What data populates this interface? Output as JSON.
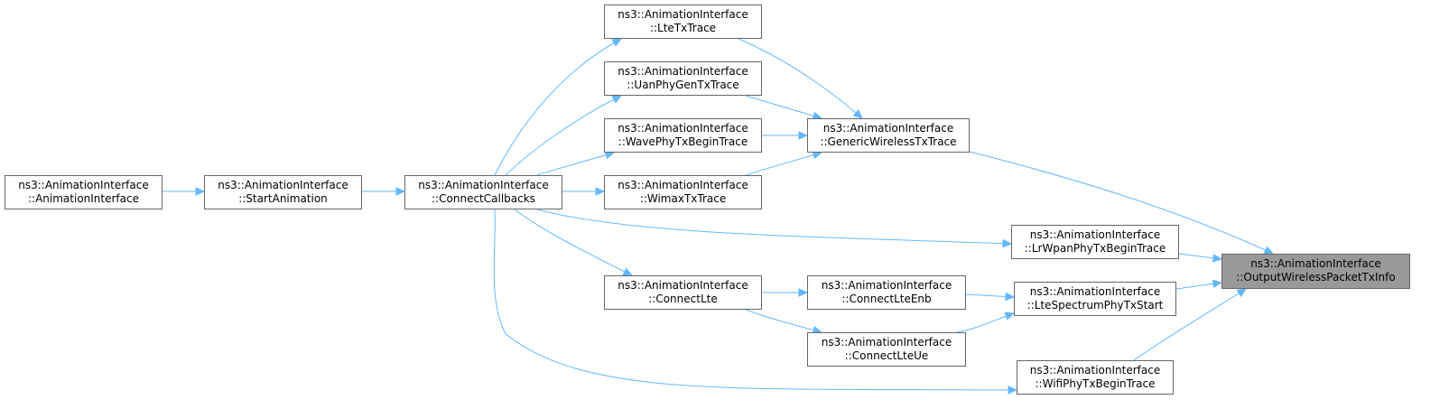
{
  "colors": {
    "edge": "#63b8ff",
    "node_border": "#666666",
    "focus_fill": "#999999"
  },
  "nodes": [
    {
      "id": "ctor",
      "line1": "ns3::AnimationInterface",
      "line2": "::AnimationInterface"
    },
    {
      "id": "start",
      "line1": "ns3::AnimationInterface",
      "line2": "::StartAnimation"
    },
    {
      "id": "connectcb",
      "line1": "ns3::AnimationInterface",
      "line2": "::ConnectCallbacks"
    },
    {
      "id": "ltetx",
      "line1": "ns3::AnimationInterface",
      "line2": "::LteTxTrace"
    },
    {
      "id": "uan",
      "line1": "ns3::AnimationInterface",
      "line2": "::UanPhyGenTxTrace"
    },
    {
      "id": "wave",
      "line1": "ns3::AnimationInterface",
      "line2": "::WavePhyTxBeginTrace"
    },
    {
      "id": "wimax",
      "line1": "ns3::AnimationInterface",
      "line2": "::WimaxTxTrace"
    },
    {
      "id": "generic",
      "line1": "ns3::AnimationInterface",
      "line2": "::GenericWirelessTxTrace"
    },
    {
      "id": "lrwpan",
      "line1": "ns3::AnimationInterface",
      "line2": "::LrWpanPhyTxBeginTrace"
    },
    {
      "id": "connectlte",
      "line1": "ns3::AnimationInterface",
      "line2": "::ConnectLte"
    },
    {
      "id": "connectlteenb",
      "line1": "ns3::AnimationInterface",
      "line2": "::ConnectLteEnb"
    },
    {
      "id": "connectlteue",
      "line1": "ns3::AnimationInterface",
      "line2": "::ConnectLteUe"
    },
    {
      "id": "ltespectrum",
      "line1": "ns3::AnimationInterface",
      "line2": "::LteSpectrumPhyTxStart"
    },
    {
      "id": "wifi",
      "line1": "ns3::AnimationInterface",
      "line2": "::WifiPhyTxBeginTrace"
    },
    {
      "id": "output",
      "line1": "ns3::AnimationInterface",
      "line2": "::OutputWirelessPacketTxInfo",
      "focus": true
    }
  ],
  "edges": [
    {
      "from": "start",
      "to": "ctor"
    },
    {
      "from": "connectcb",
      "to": "start"
    },
    {
      "from": "ltetx",
      "to": "connectcb"
    },
    {
      "from": "uan",
      "to": "connectcb"
    },
    {
      "from": "wave",
      "to": "connectcb"
    },
    {
      "from": "wimax",
      "to": "connectcb"
    },
    {
      "from": "lrwpan",
      "to": "connectcb"
    },
    {
      "from": "connectlte",
      "to": "connectcb"
    },
    {
      "from": "wifi",
      "to": "connectcb"
    },
    {
      "from": "generic",
      "to": "ltetx"
    },
    {
      "from": "generic",
      "to": "uan"
    },
    {
      "from": "generic",
      "to": "wave"
    },
    {
      "from": "generic",
      "to": "wimax"
    },
    {
      "from": "connectlteenb",
      "to": "connectlte"
    },
    {
      "from": "connectlteue",
      "to": "connectlte"
    },
    {
      "from": "ltespectrum",
      "to": "connectlteenb"
    },
    {
      "from": "ltespectrum",
      "to": "connectlteue"
    },
    {
      "from": "output",
      "to": "generic"
    },
    {
      "from": "output",
      "to": "lrwpan"
    },
    {
      "from": "output",
      "to": "ltespectrum"
    },
    {
      "from": "output",
      "to": "wifi"
    }
  ]
}
